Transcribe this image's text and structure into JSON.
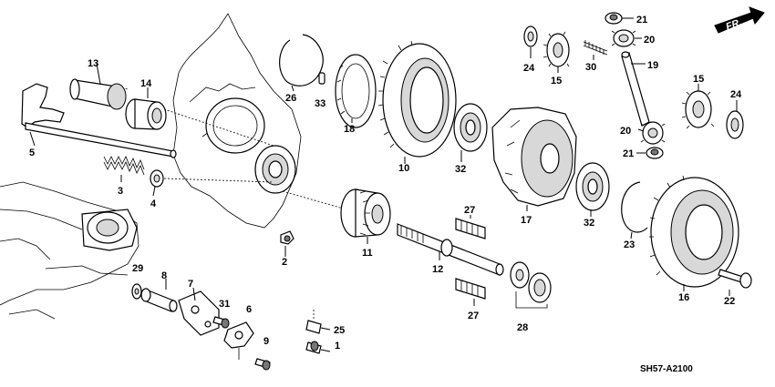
{
  "diagram_code": "SH57-A2100",
  "direction_badge": "FR.",
  "parts": [
    {
      "ref": "1"
    },
    {
      "ref": "2"
    },
    {
      "ref": "3"
    },
    {
      "ref": "4"
    },
    {
      "ref": "5"
    },
    {
      "ref": "6"
    },
    {
      "ref": "7"
    },
    {
      "ref": "8"
    },
    {
      "ref": "9"
    },
    {
      "ref": "10"
    },
    {
      "ref": "11"
    },
    {
      "ref": "12"
    },
    {
      "ref": "13"
    },
    {
      "ref": "14"
    },
    {
      "ref": "15"
    },
    {
      "ref": "15"
    },
    {
      "ref": "16"
    },
    {
      "ref": "17"
    },
    {
      "ref": "18"
    },
    {
      "ref": "19"
    },
    {
      "ref": "20"
    },
    {
      "ref": "20"
    },
    {
      "ref": "21"
    },
    {
      "ref": "21"
    },
    {
      "ref": "22"
    },
    {
      "ref": "23"
    },
    {
      "ref": "24"
    },
    {
      "ref": "24"
    },
    {
      "ref": "25"
    },
    {
      "ref": "26"
    },
    {
      "ref": "27"
    },
    {
      "ref": "27"
    },
    {
      "ref": "28"
    },
    {
      "ref": "29"
    },
    {
      "ref": "30"
    },
    {
      "ref": "31"
    },
    {
      "ref": "32"
    },
    {
      "ref": "32"
    },
    {
      "ref": "33"
    }
  ]
}
